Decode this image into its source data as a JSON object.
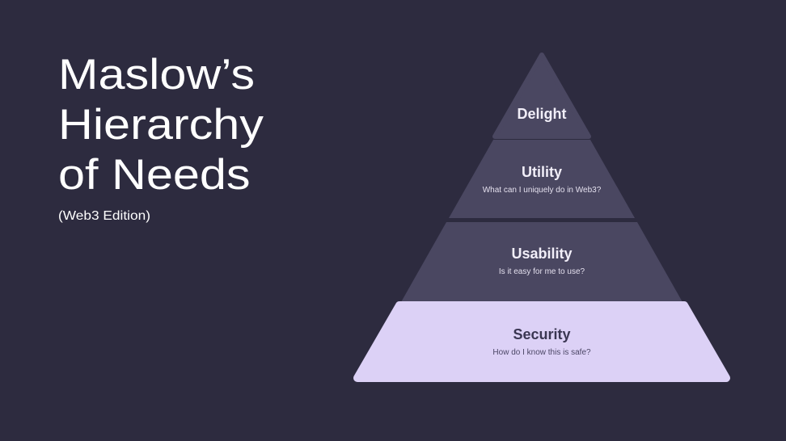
{
  "title": {
    "line1": "Maslow’s",
    "line2": "Hierarchy",
    "line3": "of Needs"
  },
  "subtitle": "(Web3 Edition)",
  "pyramid": {
    "levels": [
      {
        "name": "Delight",
        "question": ""
      },
      {
        "name": "Utility",
        "question": "What can I uniquely do in Web3?"
      },
      {
        "name": "Usability",
        "question": "Is it easy for me to use?"
      },
      {
        "name": "Security",
        "question": "How do I know this is safe?"
      }
    ],
    "colors": {
      "background": "#2d2b3f",
      "upper_levels": "#4a4761",
      "base_level": "#dcd1f6"
    }
  }
}
